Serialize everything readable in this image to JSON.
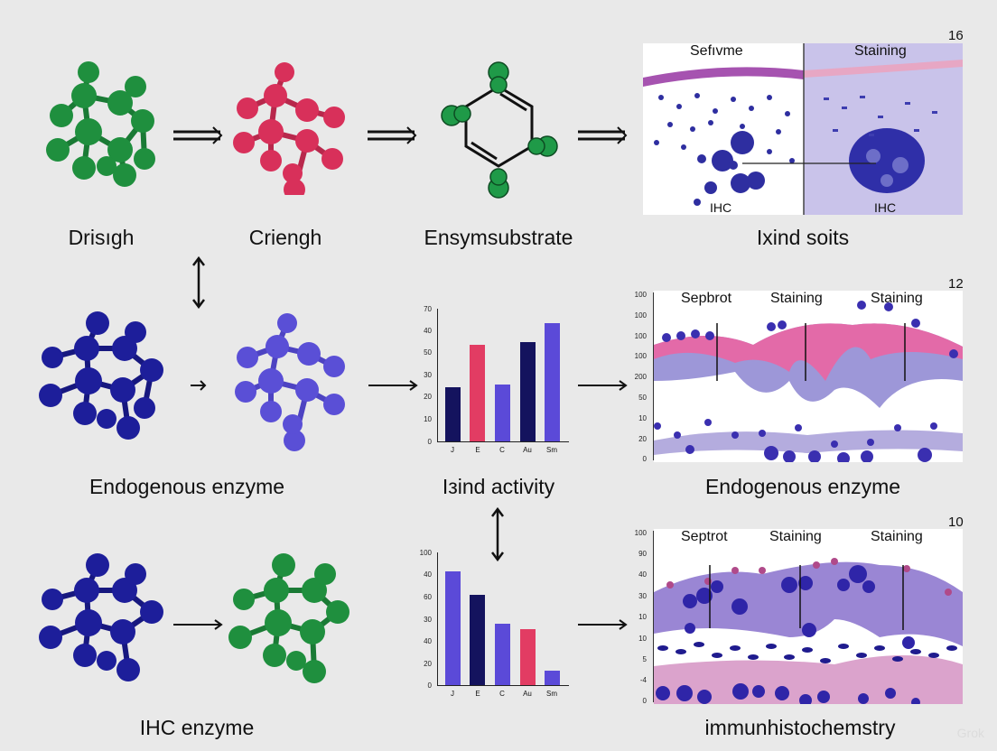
{
  "labels": {
    "r1c1": "Drisıgh",
    "r1c2": "Criengh",
    "r1c3": "Ensymsubstrate",
    "r1c4": "Ixind soits",
    "r2c1": "Endogenous enzyme",
    "r2c3": "Iзind activity",
    "r2c4": "Endogenous enzyme",
    "r3c1": "IHC enzyme",
    "r3c4": "immunhistochemstry"
  },
  "molecules": [
    {
      "id": "r1-green",
      "color": "#1f8f3e"
    },
    {
      "id": "r1-red",
      "color": "#d8305a"
    },
    {
      "id": "r1-ring",
      "color": "#1f9a48"
    },
    {
      "id": "r2-navy",
      "color": "#1d1e9a"
    },
    {
      "id": "r2-violet",
      "color": "#5a4fd6"
    },
    {
      "id": "r3-navy",
      "color": "#1d1e9a"
    },
    {
      "id": "r3-green",
      "color": "#1f8f3e"
    }
  ],
  "panels": {
    "top": {
      "number": "16",
      "left_title": "Sefıvme",
      "right_title": "Staining",
      "left_label": "IHC",
      "right_label": "IHC"
    },
    "middle": {
      "number": "12",
      "annotations": [
        "Sepbrot",
        "Staining",
        "Staining"
      ],
      "yticks": [
        "100",
        "100",
        "100",
        "100",
        "200",
        "50",
        "10",
        "20",
        "0"
      ]
    },
    "bottom": {
      "number": "10",
      "annotations": [
        "Septrot",
        "Staining",
        "Staining"
      ],
      "yticks": [
        "100",
        "90",
        "40",
        "30",
        "10",
        "10",
        "5",
        "-4",
        "0"
      ]
    }
  },
  "colors": {
    "navy": "#14135e",
    "pink": "#e23c63",
    "violet": "#5b4ad8",
    "background": "#e9e9e9"
  },
  "watermark": "Grok",
  "chart_data": [
    {
      "type": "bar",
      "title": "",
      "categories": [
        "J",
        "E",
        "C",
        "Au",
        "Sm"
      ],
      "values": [
        25,
        54,
        26,
        55,
        64
      ],
      "bar_colors": [
        "#14135e",
        "#e23c63",
        "#5b4ad8",
        "#14135e",
        "#5b4ad8"
      ],
      "yticks": [
        "0",
        "10",
        "20",
        "30",
        "50",
        "40",
        "70"
      ],
      "ylim": [
        0,
        70
      ],
      "xlabel": "",
      "ylabel": ""
    },
    {
      "type": "bar",
      "title": "",
      "categories": [
        "J",
        "E",
        "C",
        "Au",
        "Sm"
      ],
      "values": [
        85,
        64,
        43,
        40,
        13
      ],
      "bar_colors": [
        "#5b4ad8",
        "#14135e",
        "#5b4ad8",
        "#e23c63",
        "#5b4ad8"
      ],
      "yticks": [
        "0",
        "20",
        "40",
        "30",
        "60",
        "40",
        "100"
      ],
      "ylim": [
        0,
        100
      ],
      "xlabel": "",
      "ylabel": ""
    }
  ]
}
